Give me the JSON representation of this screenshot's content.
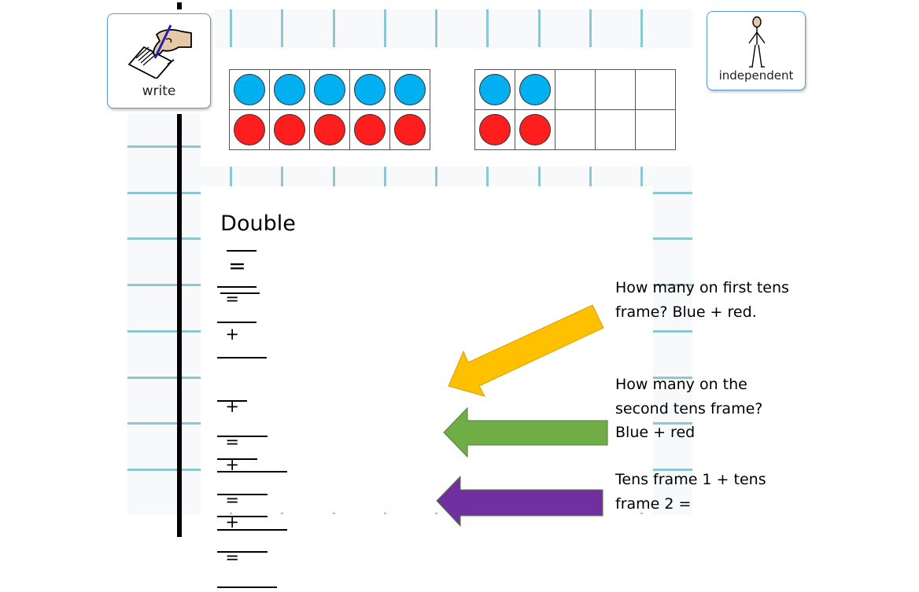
{
  "symbols": {
    "write": {
      "label": "write",
      "icon": "hand-writing-icon"
    },
    "independent": {
      "label": "independent",
      "icon": "standing-person-icon"
    }
  },
  "colors": {
    "blue_counter": "#00b0f0",
    "red_counter": "#ff1e1e",
    "yellow_arrow": "#ffc000",
    "green_arrow": "#70ad47",
    "purple_arrow": "#7030a0",
    "grid_line": "#8cc7d3"
  },
  "tens_frames": [
    {
      "name": "tens-frame-1",
      "top_row": [
        "blue",
        "blue",
        "blue",
        "blue",
        "blue"
      ],
      "bottom_row": [
        "red",
        "red",
        "red",
        "red",
        "red"
      ]
    },
    {
      "name": "tens-frame-2",
      "top_row": [
        "blue",
        "blue",
        "empty",
        "empty",
        "empty"
      ],
      "bottom_row": [
        "red",
        "red",
        "empty",
        "empty",
        "empty"
      ]
    }
  ],
  "equations": {
    "double": {
      "word": "Double",
      "equals": "="
    },
    "split": {
      "equals": "=",
      "plus": "+"
    },
    "row1": {
      "plus": "+",
      "equals": "="
    },
    "row2": {
      "plus": "+",
      "equals": "="
    },
    "row3": {
      "plus": "+",
      "equals": "="
    }
  },
  "prompts": [
    {
      "text": "How many on first tens frame? Blue + red.",
      "arrow": "yellow"
    },
    {
      "text": "How many on the second tens frame? Blue + red",
      "arrow": "green"
    },
    {
      "text": "Tens frame 1 + tens frame 2 =",
      "arrow": "purple"
    }
  ]
}
